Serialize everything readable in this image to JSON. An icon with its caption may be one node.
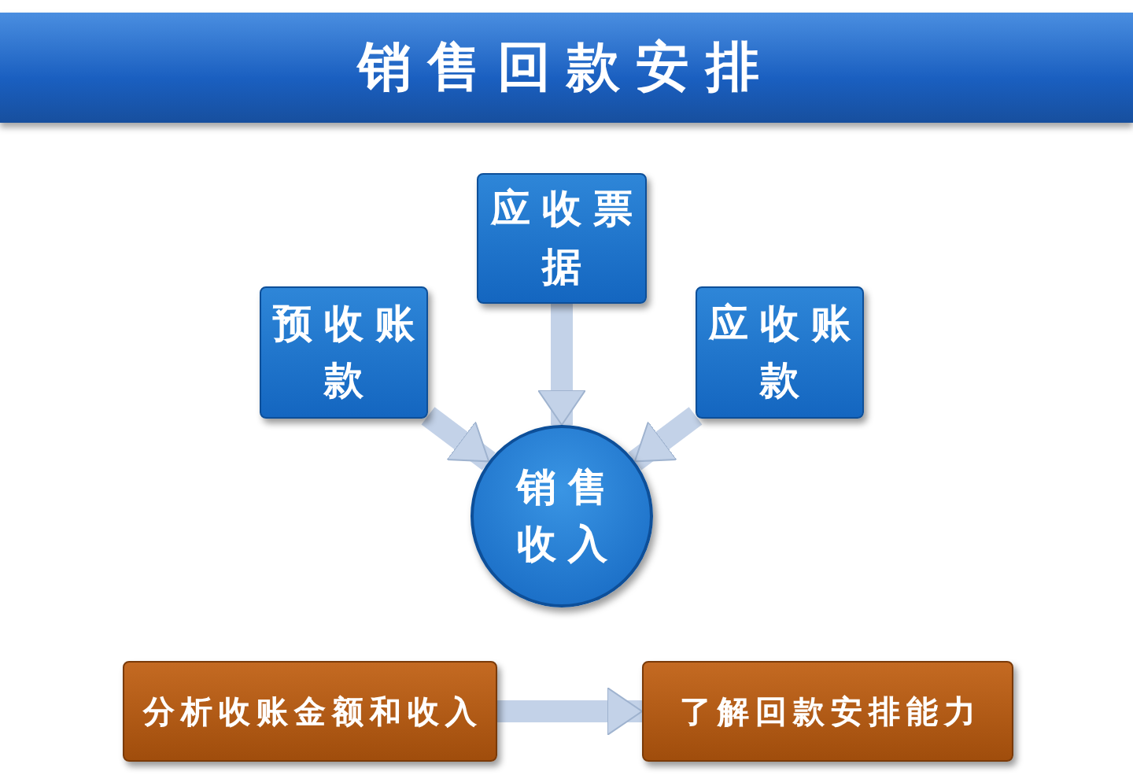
{
  "diagram": {
    "title": "销售回款安排",
    "nodes": [
      {
        "text": [
          "预收账款"
        ]
      },
      {
        "text": [
          "应收票据"
        ]
      },
      {
        "text": [
          "应收账款"
        ]
      },
      {
        "text": [
          "销售收入"
        ]
      },
      {
        "text": [
          "分析收账金额和收入"
        ]
      },
      {
        "text": [
          "了解回款安排能力"
        ]
      }
    ],
    "edges": [
      {
        "from": 0,
        "to": 3,
        "arrow": "to"
      },
      {
        "from": 1,
        "to": 3,
        "arrow": "to"
      },
      {
        "from": 2,
        "to": 3,
        "arrow": "to"
      },
      {
        "from": 4,
        "to": 5,
        "arrow": "to"
      }
    ]
  }
}
